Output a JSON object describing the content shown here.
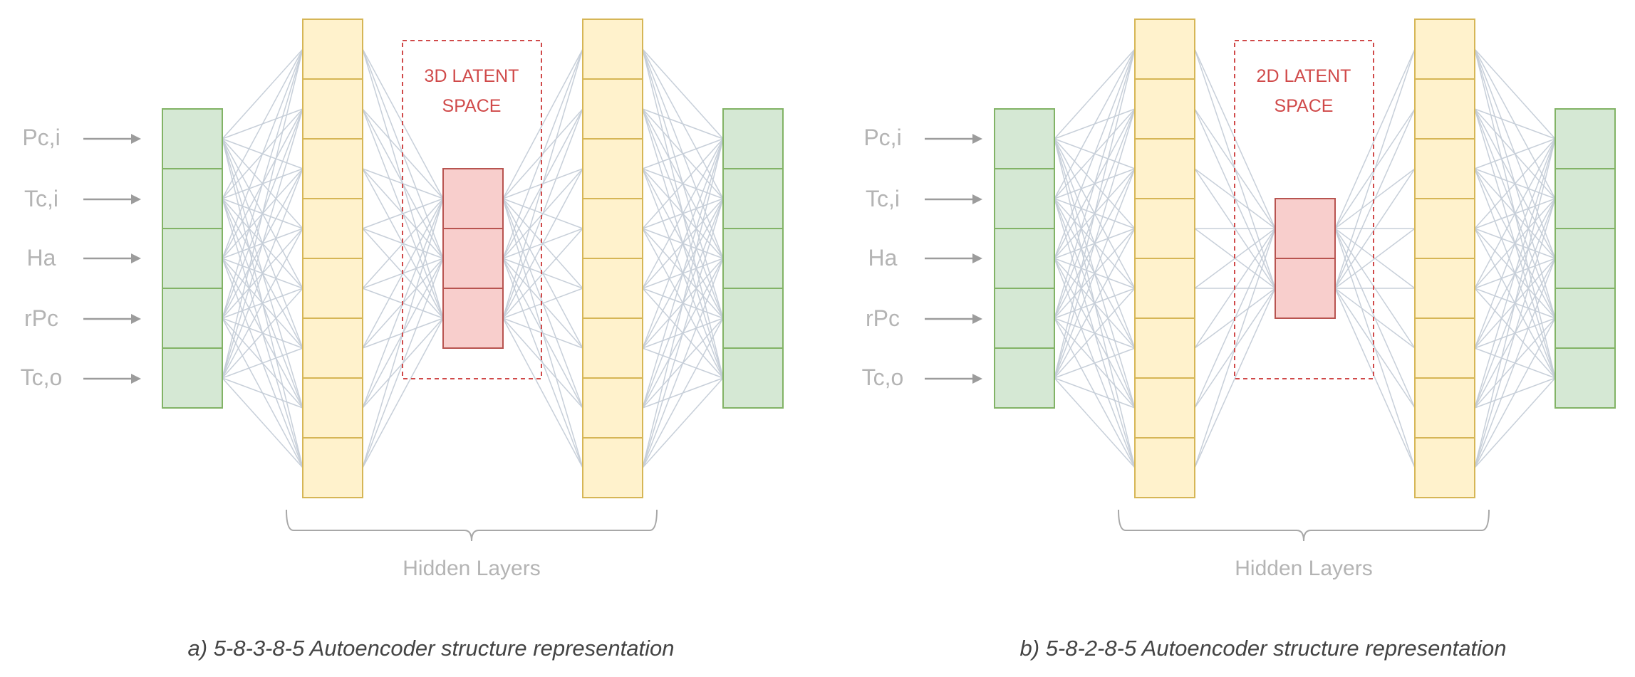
{
  "colors": {
    "io_fill": "#d5e8d4",
    "io_stroke": "#82b366",
    "hidden_fill": "#fff2cc",
    "hidden_stroke": "#d6b656",
    "latent_fill": "#f8cecc",
    "latent_stroke": "#b85450",
    "latent_box": "#d04a4a",
    "connection": "#c7cfd9",
    "label_text": "#b4b4b4"
  },
  "panels": [
    {
      "id": "a",
      "input_labels": [
        "Pc,i",
        "Tc,i",
        "Ha",
        "rPc",
        "Tc,o"
      ],
      "latent_text_line1": "3D LATENT",
      "latent_text_line2": "SPACE",
      "hidden_label": "Hidden Layers",
      "caption": "a) 5-8-3-8-5 Autoencoder structure representation",
      "layer_sizes": [
        5,
        8,
        3,
        8,
        5
      ],
      "latent_dim": 3
    },
    {
      "id": "b",
      "input_labels": [
        "Pc,i",
        "Tc,i",
        "Ha",
        "rPc",
        "Tc,o"
      ],
      "latent_text_line1": "2D LATENT",
      "latent_text_line2": "SPACE",
      "hidden_label": "Hidden Layers",
      "caption": "b) 5-8-2-8-5 Autoencoder structure representation",
      "layer_sizes": [
        5,
        8,
        2,
        8,
        5
      ],
      "latent_dim": 2
    }
  ]
}
